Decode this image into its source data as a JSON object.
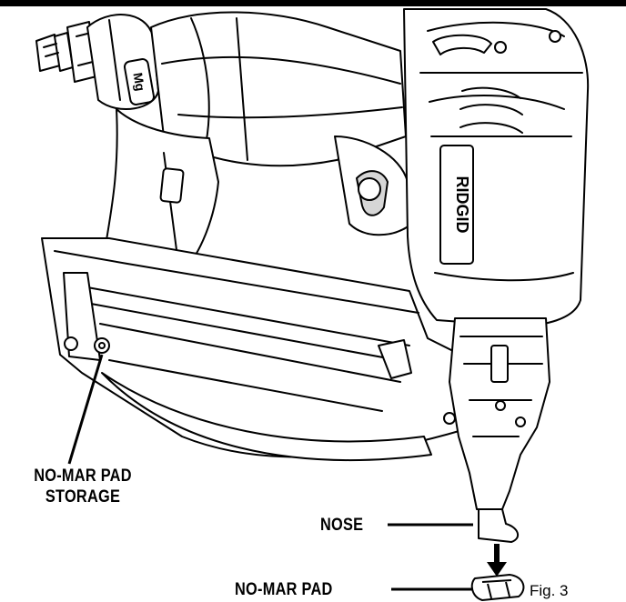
{
  "labels": {
    "storage_line1": "NO-MAR PAD",
    "storage_line2": "STORAGE",
    "nose": "NOSE",
    "pad": "NO-MAR PAD"
  },
  "brand": {
    "motor_badge": "Mg",
    "logo": "RIDGID"
  },
  "caption": "Fig. 3",
  "colors": {
    "ink": "#000000",
    "paper": "#ffffff",
    "shade": "#d6d6d6"
  }
}
